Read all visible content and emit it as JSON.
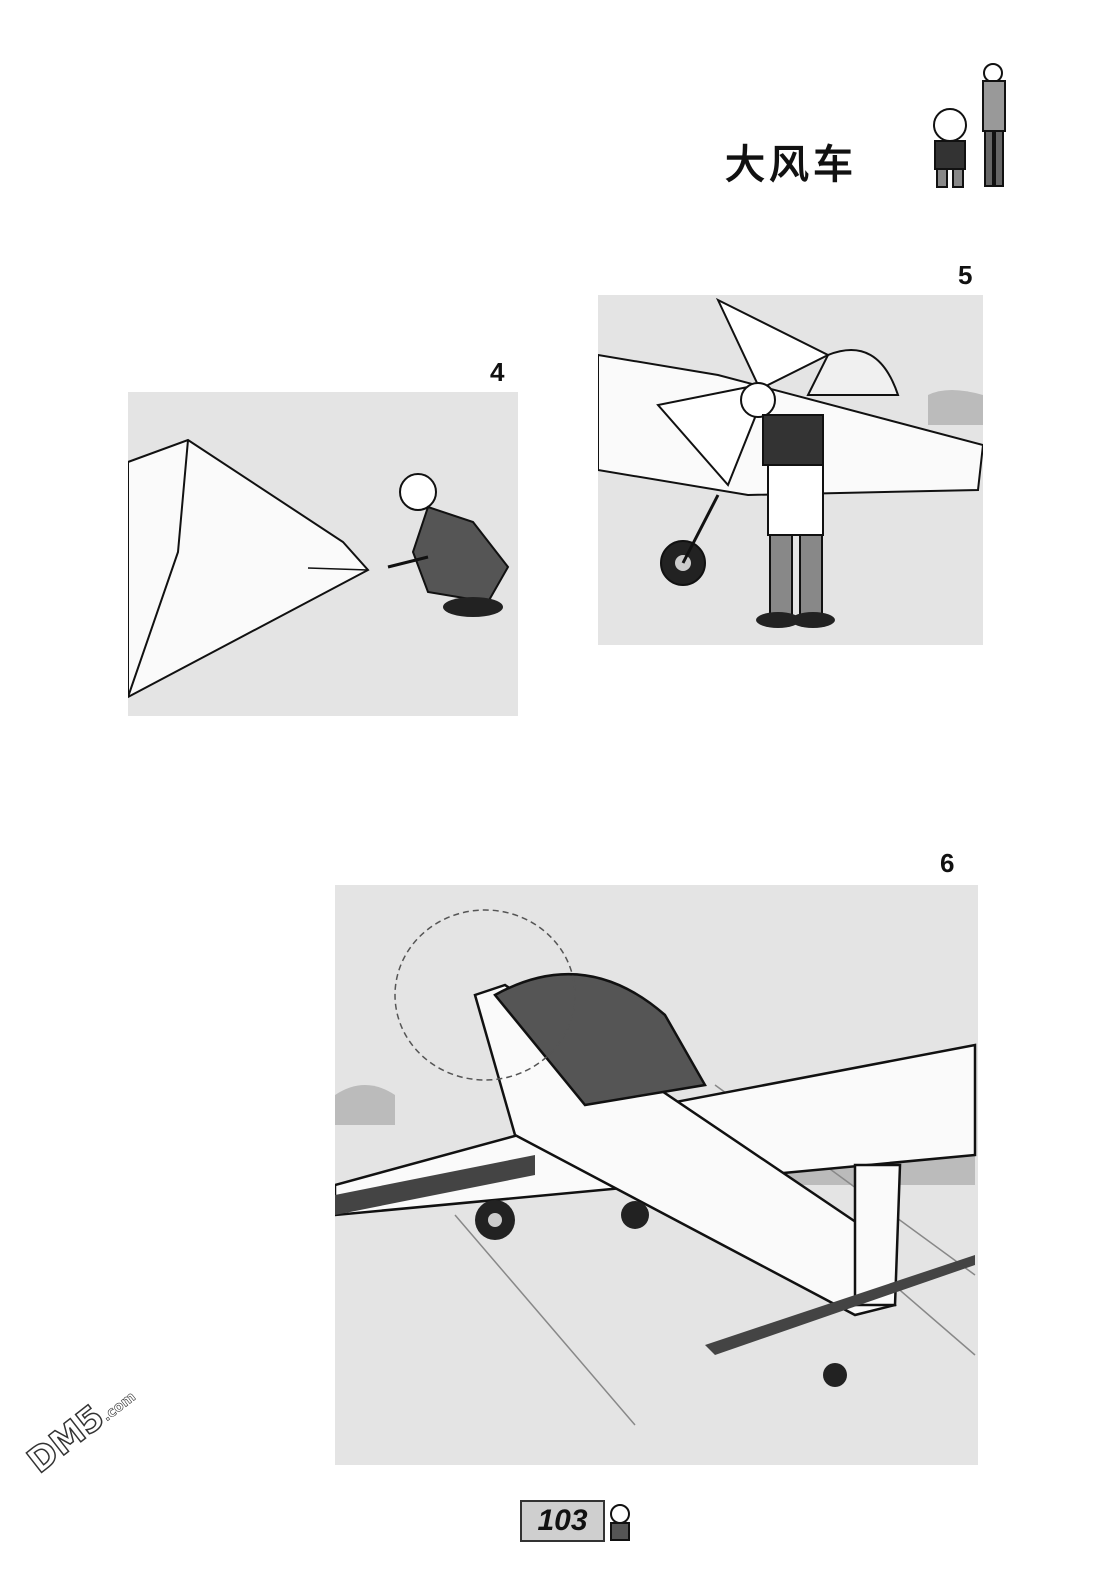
{
  "header": {
    "title": "大风车"
  },
  "panels": [
    {
      "number": "4"
    },
    {
      "number": "5"
    },
    {
      "number": "6"
    }
  ],
  "footer": {
    "page_number": "103"
  },
  "watermark": {
    "brand": "DM5",
    "domain": ".com"
  }
}
